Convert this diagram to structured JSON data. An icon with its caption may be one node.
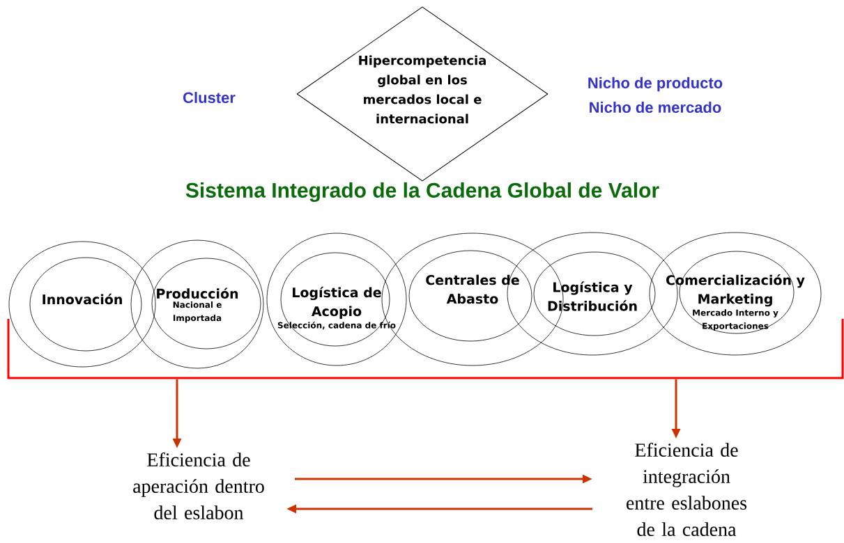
{
  "diagram": {
    "title": "Sistema Integrado de la Cadena Global de Valor",
    "nodes": [
      {
        "text": [
          "Hipercompetencia global en los mercados local e internacional"
        ]
      },
      {
        "text": [
          "Innovación"
        ]
      },
      {
        "text": [
          "Producción",
          "Nacional e Importada"
        ]
      },
      {
        "text": [
          "Logística de Acopio",
          "Selección, cadena de frío"
        ]
      },
      {
        "text": [
          "Centrales de Abasto"
        ]
      },
      {
        "text": [
          "Logística y Distribución"
        ]
      },
      {
        "text": [
          "Comercialización y Marketing",
          "Mercado Interno y Exportaciones"
        ]
      },
      {
        "text": [],
        "shape": "bar"
      },
      {
        "text": [
          "Eficiencia de aperación dentro del eslabon"
        ]
      },
      {
        "text": [
          "Eficiencia de integración entre eslabones de la cadena"
        ]
      }
    ],
    "edges": [
      {
        "from": 7,
        "to": 8,
        "arrow": "to"
      },
      {
        "from": 7,
        "to": 9,
        "arrow": "to"
      },
      {
        "from": 8,
        "to": 9,
        "arrow": "to"
      },
      {
        "from": 9,
        "to": 8,
        "arrow": "to"
      }
    ],
    "labels": [
      "Cluster",
      "Nicho de producto",
      "Nicho de mercado"
    ]
  }
}
